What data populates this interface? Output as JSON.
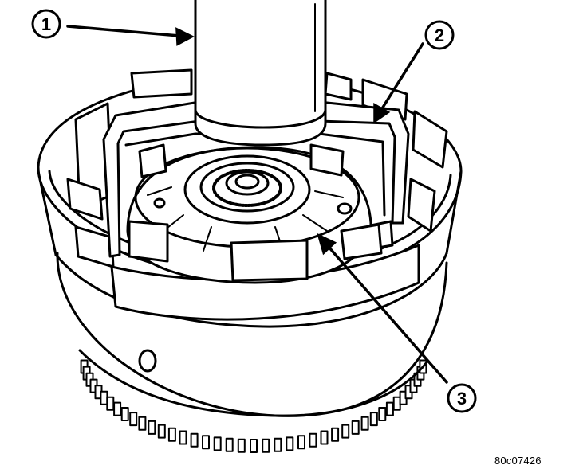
{
  "diagram": {
    "callouts": [
      {
        "label": "1"
      },
      {
        "label": "2"
      },
      {
        "label": "3"
      }
    ],
    "figure_id": "80c07426"
  }
}
